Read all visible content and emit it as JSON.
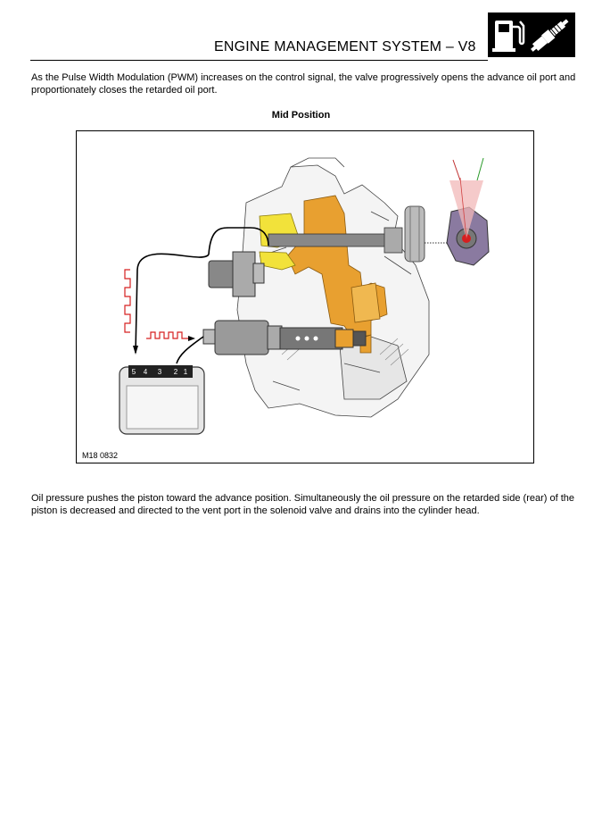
{
  "header": {
    "title": "ENGINE MANAGEMENT SYSTEM – V8",
    "icon": "fuel-pump-and-spark-plug-icon"
  },
  "intro": "As the Pulse Width Modulation (PWM) increases on the control signal, the valve progressively opens the advance oil port and proportionately closes the retarded oil port.",
  "figure": {
    "caption": "Mid Position",
    "ref": "M18 0832",
    "ecu_pins": [
      "5",
      "4",
      "3",
      "2",
      "1"
    ],
    "colors": {
      "oil": "#E8A030",
      "advance_oil": "#F2E23A",
      "cam_sensor": "#8A7AA0",
      "signal": "#D62020"
    }
  },
  "body": "Oil pressure pushes the piston toward the advance position. Simultaneously the oil pressure on the retarded side (rear) of the piston is decreased and directed to the vent port in the solenoid valve and drains into the cylinder head."
}
